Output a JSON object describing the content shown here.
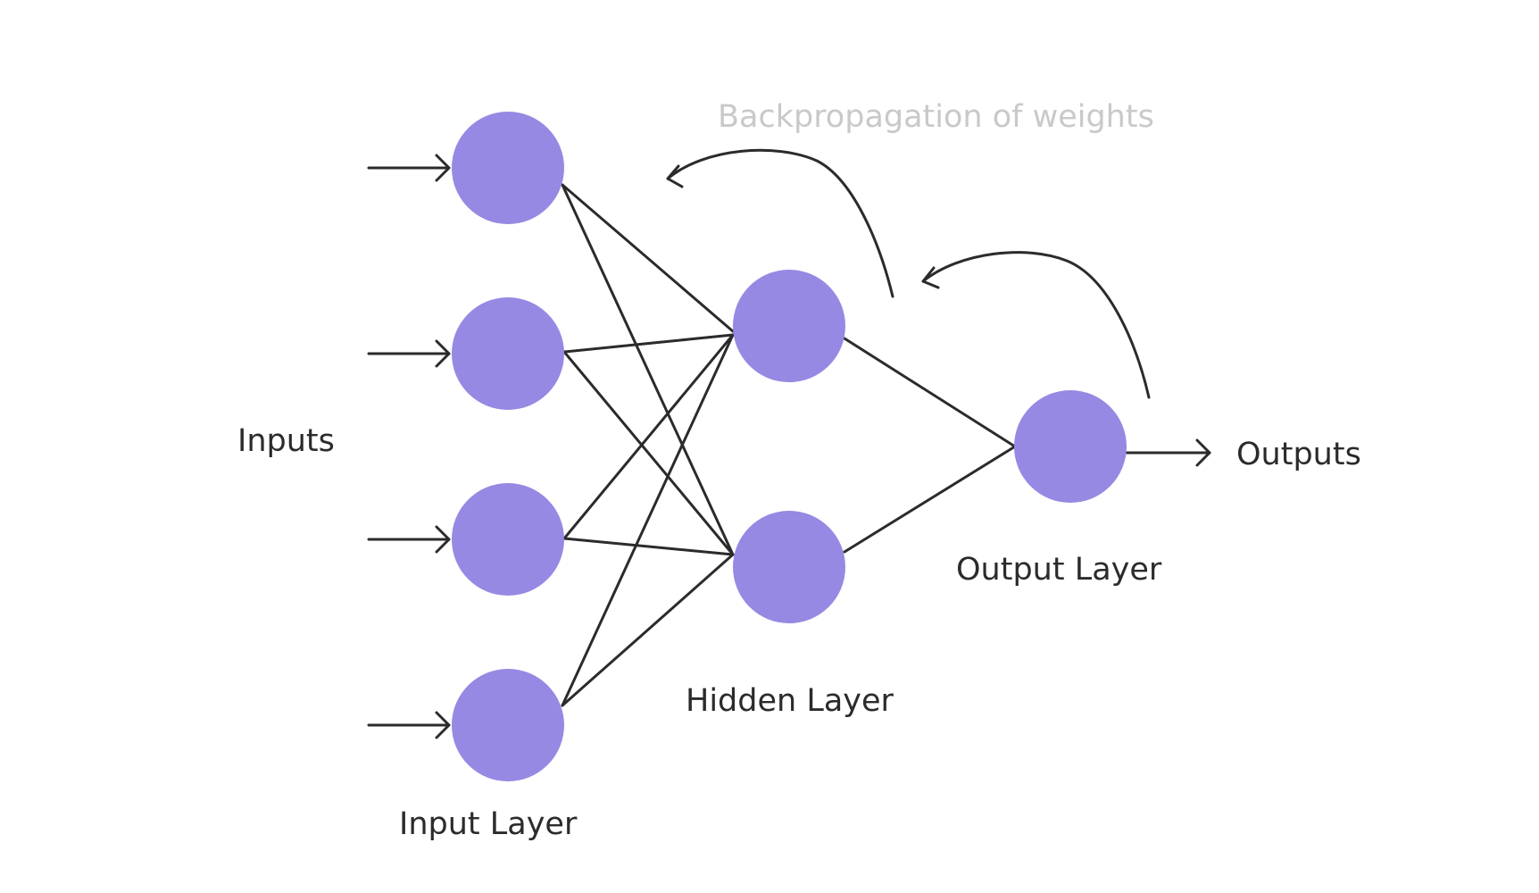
{
  "diagram": {
    "labels": {
      "inputs": "Inputs",
      "outputs": "Outputs",
      "input_layer": "Input Layer",
      "hidden_layer": "Hidden Layer",
      "output_layer": "Output Layer",
      "backprop": "Backpropagation of weights"
    },
    "colors": {
      "node": "#9689e3",
      "line": "#2b2b2b",
      "muted_text": "#c9c9c9"
    },
    "layers": {
      "input": 4,
      "hidden": 2,
      "output": 1
    }
  }
}
